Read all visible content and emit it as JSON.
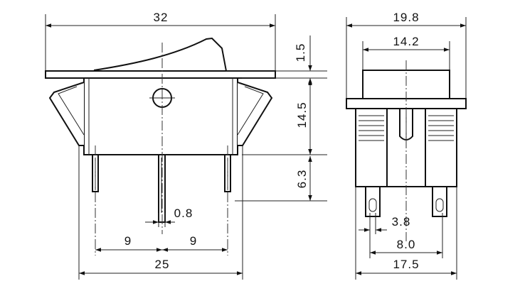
{
  "drawing": {
    "front_view": {
      "width_total": "32",
      "rocker_thickness": "1.5",
      "body_height": "14.5",
      "terminal_length": "6.3",
      "terminal_thickness": "0.8",
      "pitch_left": "9",
      "pitch_right": "9",
      "mounting_width": "25"
    },
    "side_view": {
      "width_total": "19.8",
      "width_inner": "14.2",
      "terminal_gap": "3.8",
      "terminal_span": "8.0",
      "base_width": "17.5"
    }
  }
}
